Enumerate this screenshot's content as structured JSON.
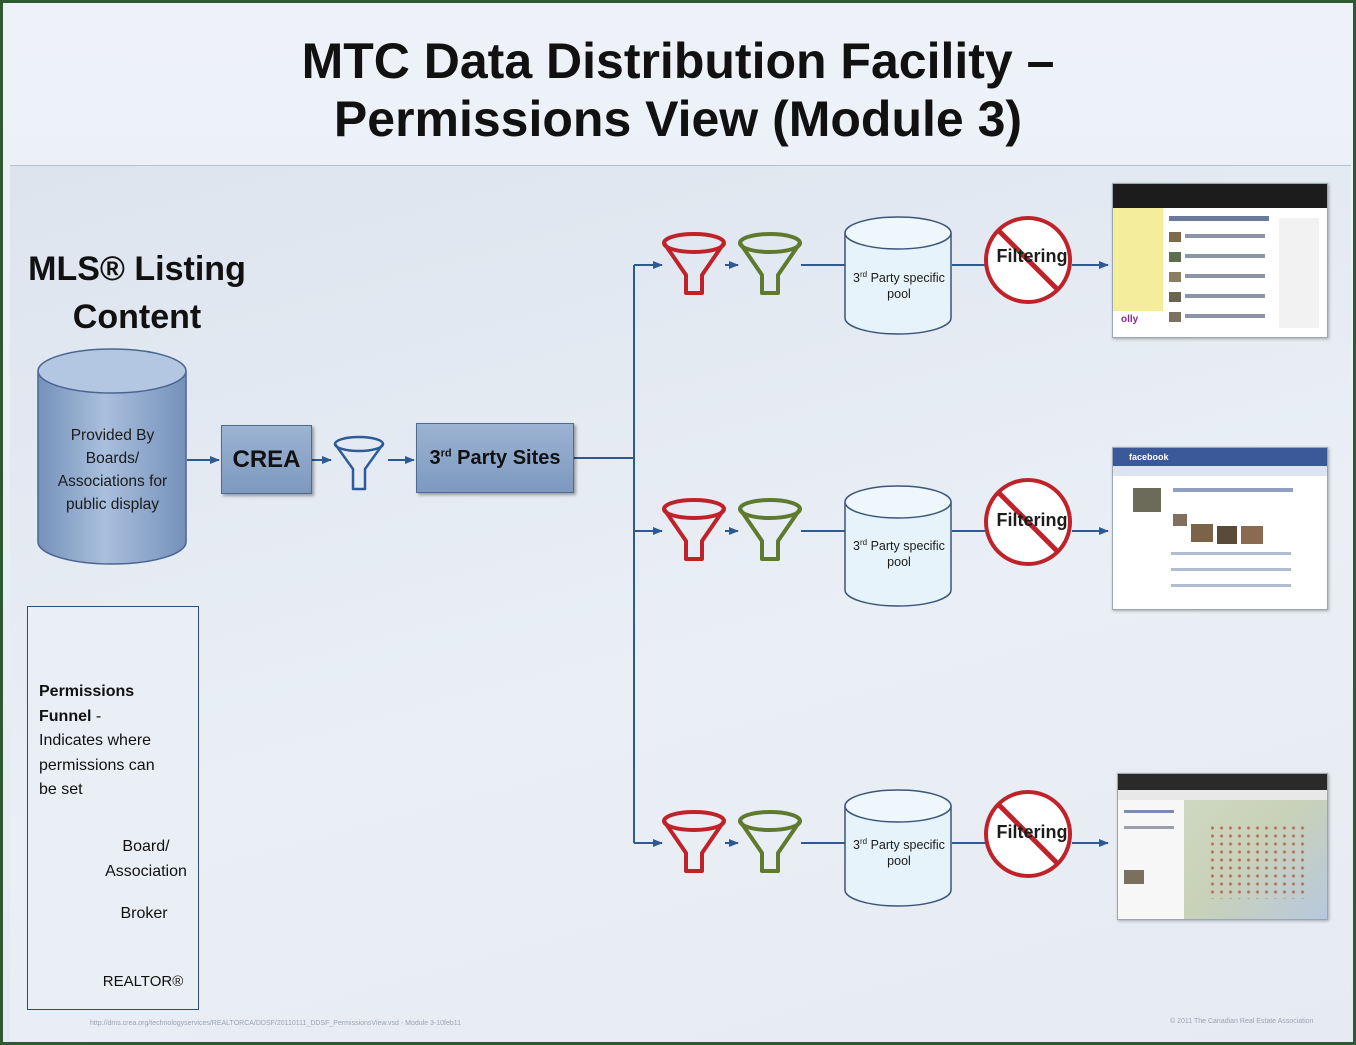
{
  "title": {
    "line1": "MTC Data Distribution Facility –",
    "line2": "Permissions View (Module 3)"
  },
  "source": {
    "heading_line1": "MLS® Listing",
    "heading_line2": "Content",
    "cylinder_lines": [
      "Provided By",
      "Boards/",
      "Associations for",
      "public display"
    ]
  },
  "crea_label": "CREA",
  "third_party": {
    "prefix": "3",
    "sup": "rd",
    "suffix": " Party Sites"
  },
  "pool": {
    "prefix": "3",
    "sup": "rd",
    "line1_rest": " Party specific",
    "line2": "pool"
  },
  "filtering_label": "Filtering",
  "legend": {
    "title_bold1": "Permissions",
    "title_bold2": "Funnel",
    "title_rest": " -",
    "desc_lines": [
      "Indicates where",
      "permissions can",
      "be set"
    ],
    "items": [
      "Board/",
      "Association",
      "Broker",
      "REALTOR®"
    ]
  },
  "colors": {
    "board": "#2d5b9a",
    "broker": "#c0222a",
    "realtor": "#5f7a2e",
    "arrow": "#2e5a94",
    "frame": "#2e5a31"
  },
  "facebook_label": "facebook",
  "footer": {
    "left": "http://dms.crea.org/technologyservices/REALTORCA/DDSF/20110111_DDSF_PermissionsView.vsd - Module 3-10feb11",
    "right": "© 2011 The Canadian Real Estate Association"
  }
}
